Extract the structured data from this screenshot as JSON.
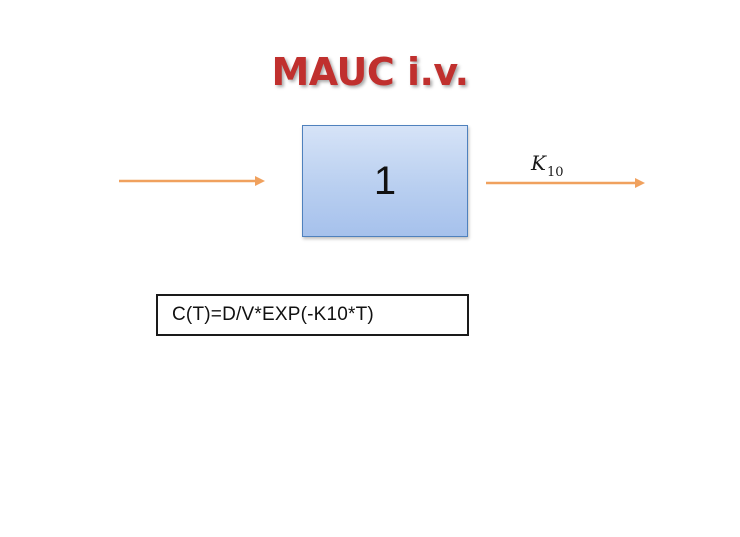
{
  "slide": {
    "title": "MAUC i.v.",
    "compartment_label": "1",
    "rate_constant": {
      "symbol": "K",
      "subscript": "10"
    },
    "equation": "C(T)=D/V*EXP(-K10*T)"
  },
  "colors": {
    "title": "#c0302e",
    "compartment_fill": "#b9cff0",
    "compartment_border": "#4f81bd",
    "arrow": "#f0a15e",
    "equation_border": "#1a1a1a"
  }
}
